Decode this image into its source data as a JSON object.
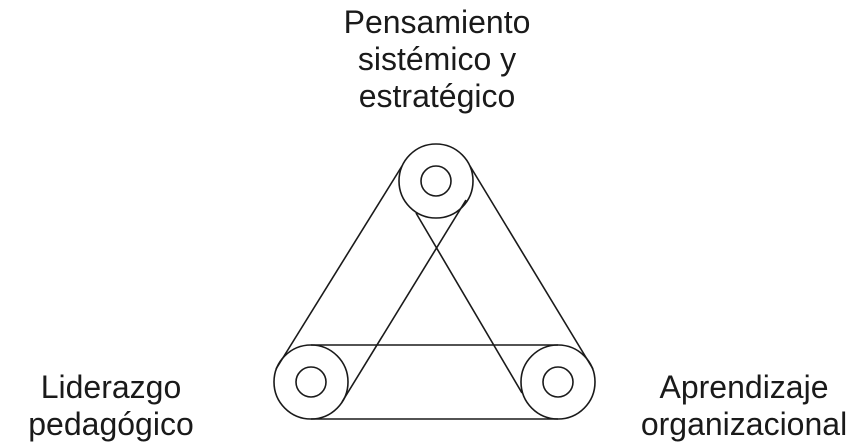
{
  "nodes": {
    "top": {
      "lines": [
        "Pensamiento",
        "sistémico y",
        "estratégico"
      ]
    },
    "left": {
      "lines": [
        "Liderazgo",
        "pedagógico"
      ]
    },
    "right": {
      "lines": [
        "Aprendizaje",
        "organizacional"
      ]
    }
  },
  "colors": {
    "stroke": "#1a1a1a",
    "background": "#ffffff"
  }
}
